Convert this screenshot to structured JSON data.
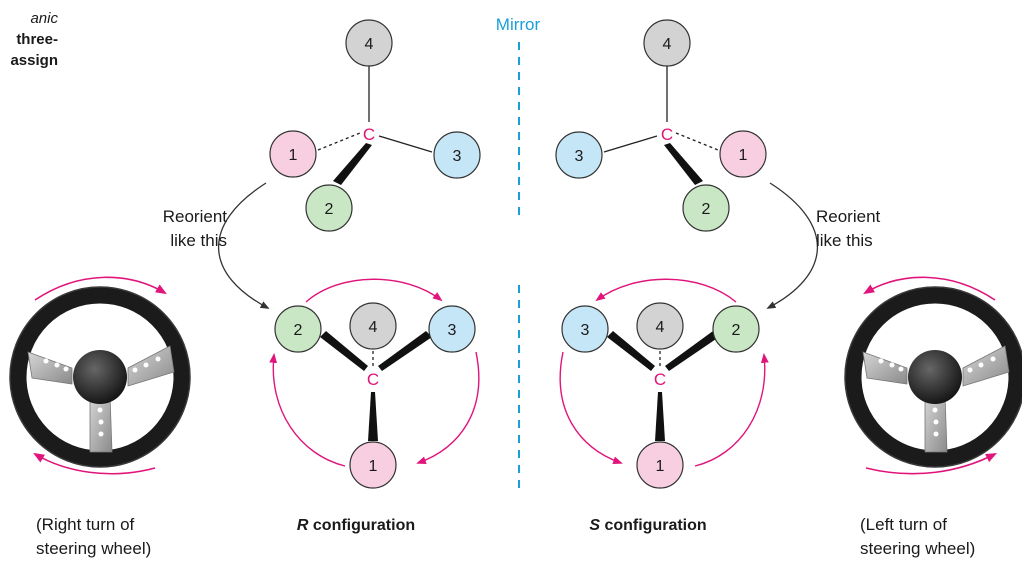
{
  "caption": {
    "line1": "anic",
    "line2": "three-",
    "line3": "assign"
  },
  "mirror_label": "Mirror",
  "colors": {
    "atom1": "#f7cfe1",
    "atom2": "#c9e6c5",
    "atom3": "#c5e6f6",
    "atom4": "#d3d3d3",
    "carbon": "#e0147a",
    "arrow_magenta": "#e0147a",
    "mirror_line": "#1aa0d6"
  },
  "atoms": {
    "carbon": "C",
    "p1": "1",
    "p2": "2",
    "p3": "3",
    "p4": "4"
  },
  "reorient_text": {
    "line1": "Reorient",
    "line2": "like this"
  },
  "configurations": {
    "r_letter": "R",
    "s_letter": "S",
    "suffix": " configuration"
  },
  "steering": {
    "right_line1": "(Right turn of",
    "right_line2": "steering wheel)",
    "left_line1": "(Left turn of",
    "left_line2": "steering wheel)"
  }
}
